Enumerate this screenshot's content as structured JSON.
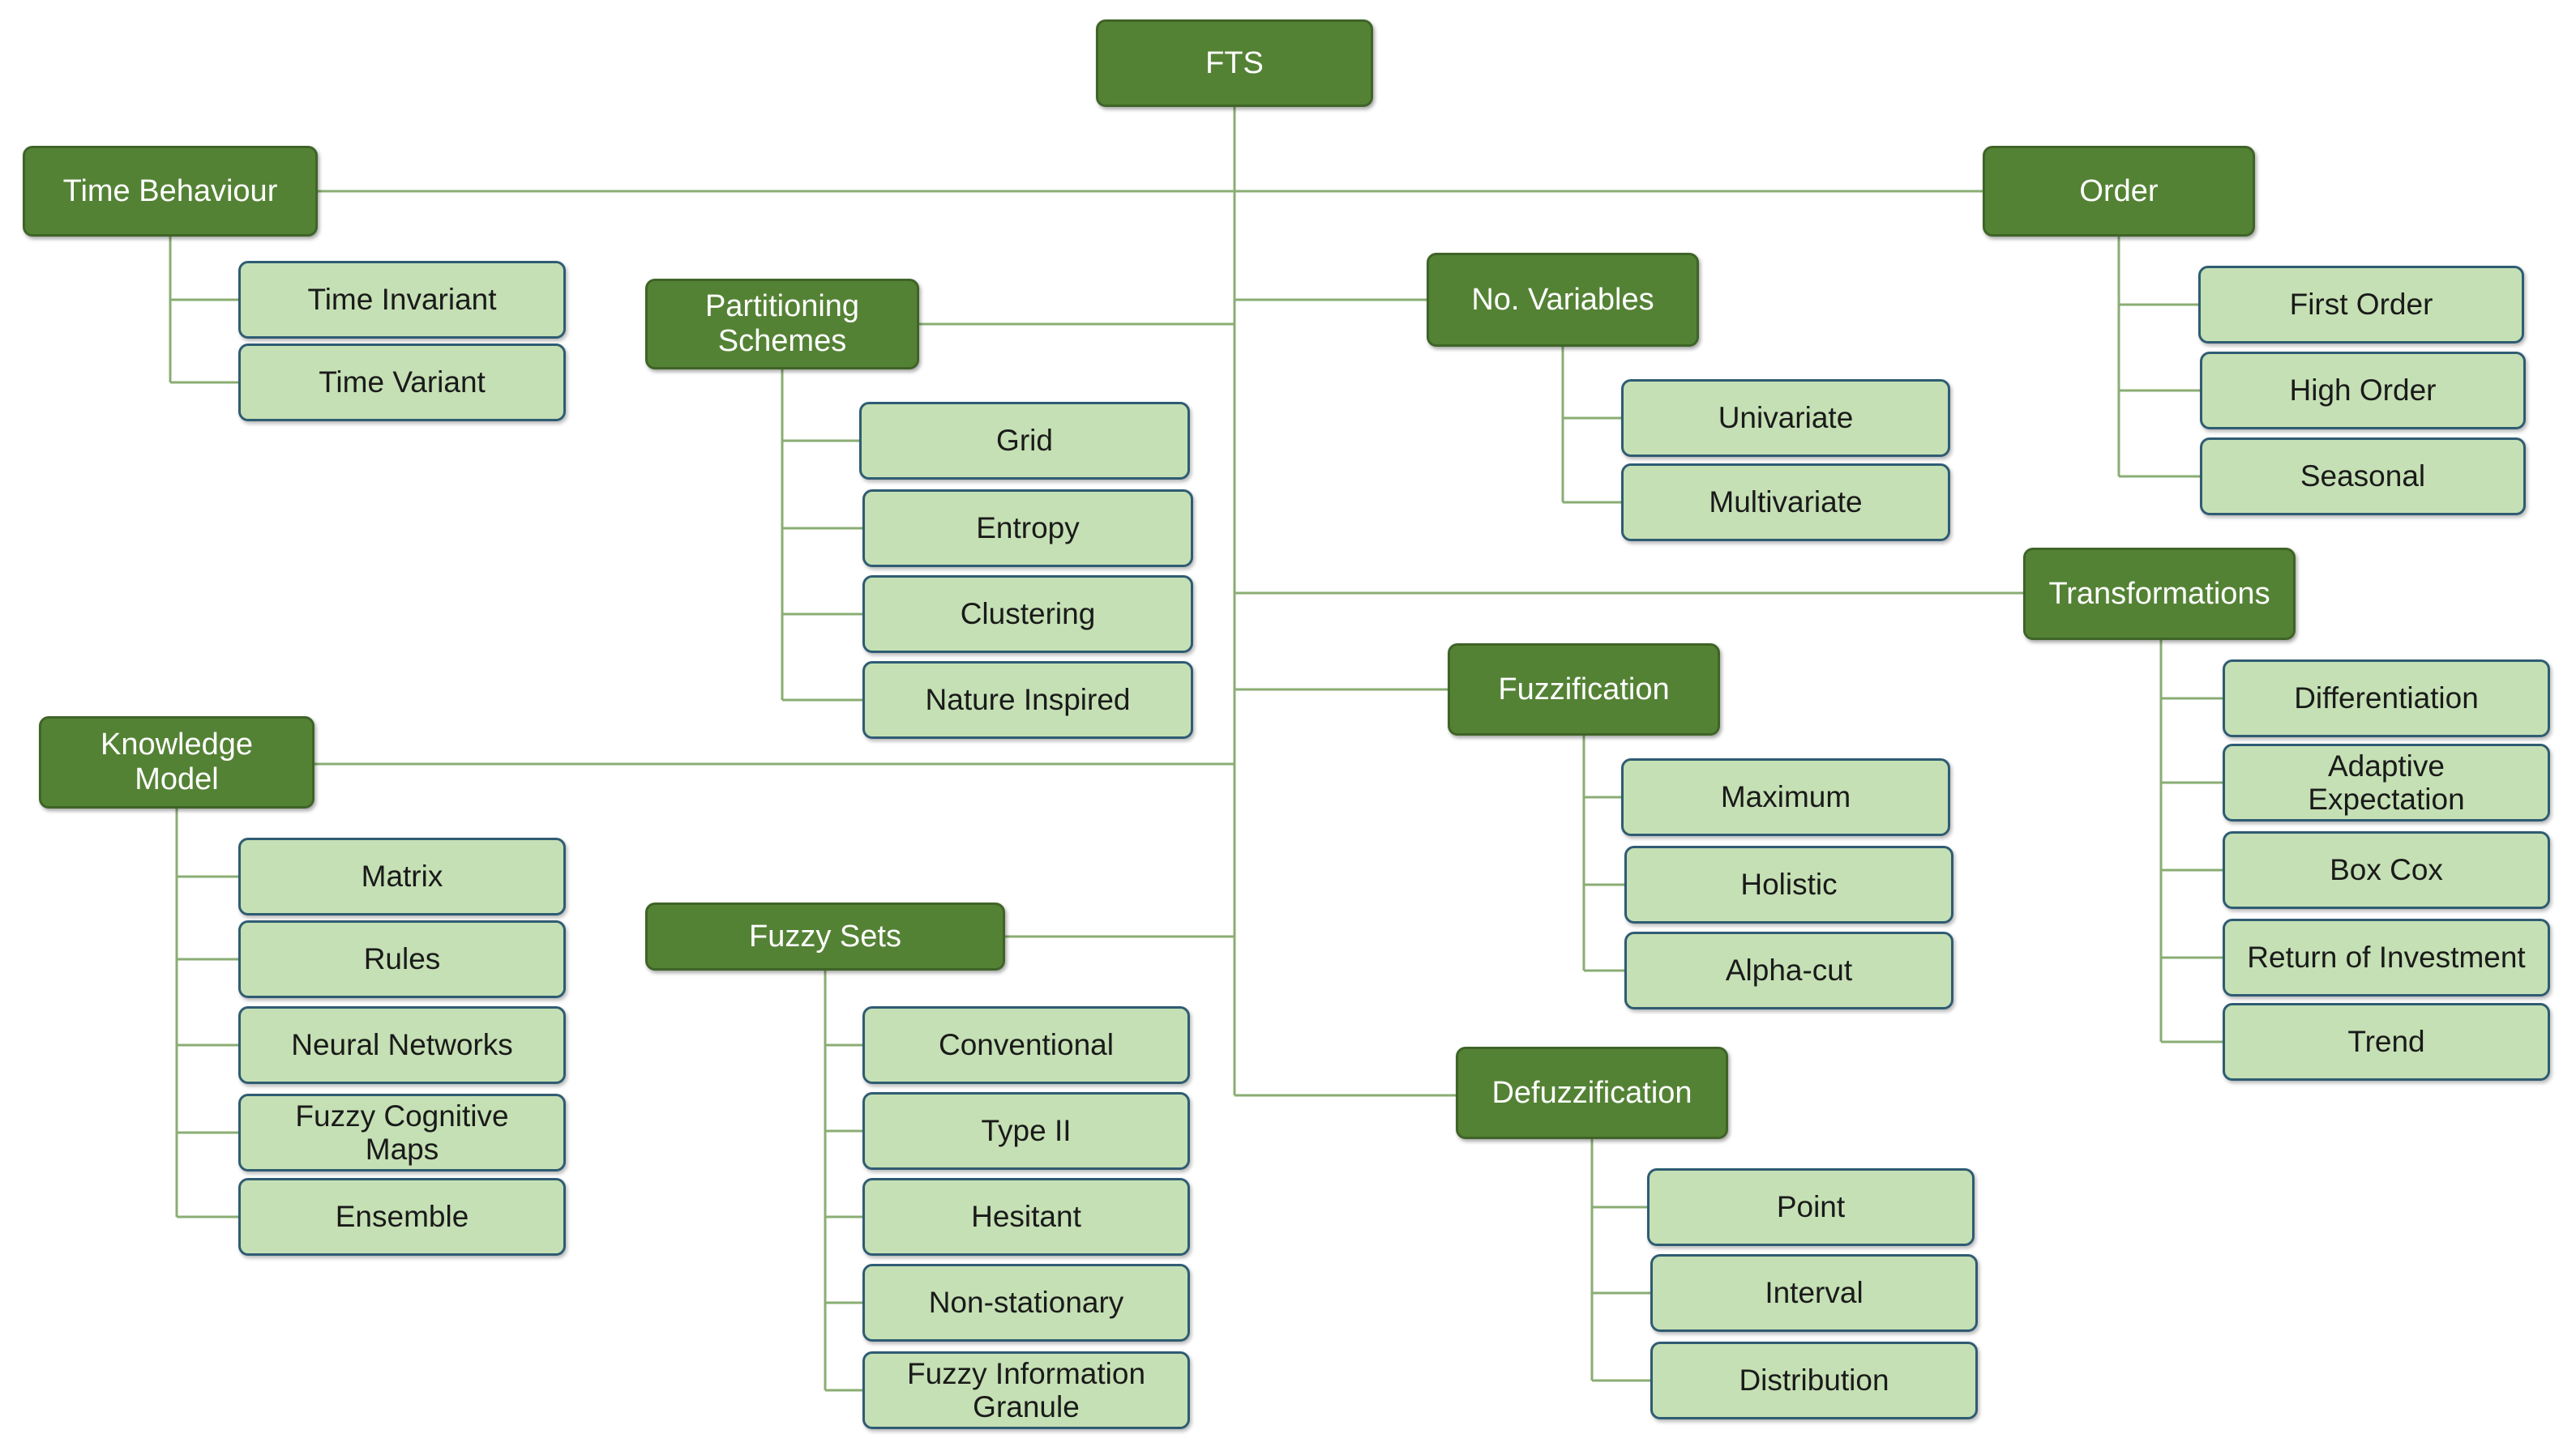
{
  "diagram": {
    "colors": {
      "category_fill": "#548235",
      "leaf_fill": "#c5e0b4",
      "leaf_border": "#2f5c73",
      "connector": "#8aad73"
    },
    "root": {
      "label": "FTS"
    },
    "categories": {
      "time_behaviour": {
        "label": "Time Behaviour",
        "items": [
          "Time Invariant",
          "Time Variant"
        ]
      },
      "partitioning_schemes": {
        "label": "Partitioning\nSchemes",
        "items": [
          "Grid",
          "Entropy",
          "Clustering",
          "Nature Inspired"
        ]
      },
      "no_variables": {
        "label": "No. Variables",
        "items": [
          "Univariate",
          "Multivariate"
        ]
      },
      "order": {
        "label": "Order",
        "items": [
          "First Order",
          "High Order",
          "Seasonal"
        ]
      },
      "transformations": {
        "label": "Transformations",
        "items": [
          "Differentiation",
          "Adaptive\nExpectation",
          "Box Cox",
          "Return of Investment",
          "Trend"
        ]
      },
      "fuzzification": {
        "label": "Fuzzification",
        "items": [
          "Maximum",
          "Holistic",
          "Alpha-cut"
        ]
      },
      "knowledge_model": {
        "label": "Knowledge\nModel",
        "items": [
          "Matrix",
          "Rules",
          "Neural Networks",
          "Fuzzy Cognitive\nMaps",
          "Ensemble"
        ]
      },
      "fuzzy_sets": {
        "label": "Fuzzy Sets",
        "items": [
          "Conventional",
          "Type II",
          "Hesitant",
          "Non-stationary",
          "Fuzzy Information\nGranule"
        ]
      },
      "defuzzification": {
        "label": "Defuzzification",
        "items": [
          "Point",
          "Interval",
          "Distribution"
        ]
      }
    }
  }
}
